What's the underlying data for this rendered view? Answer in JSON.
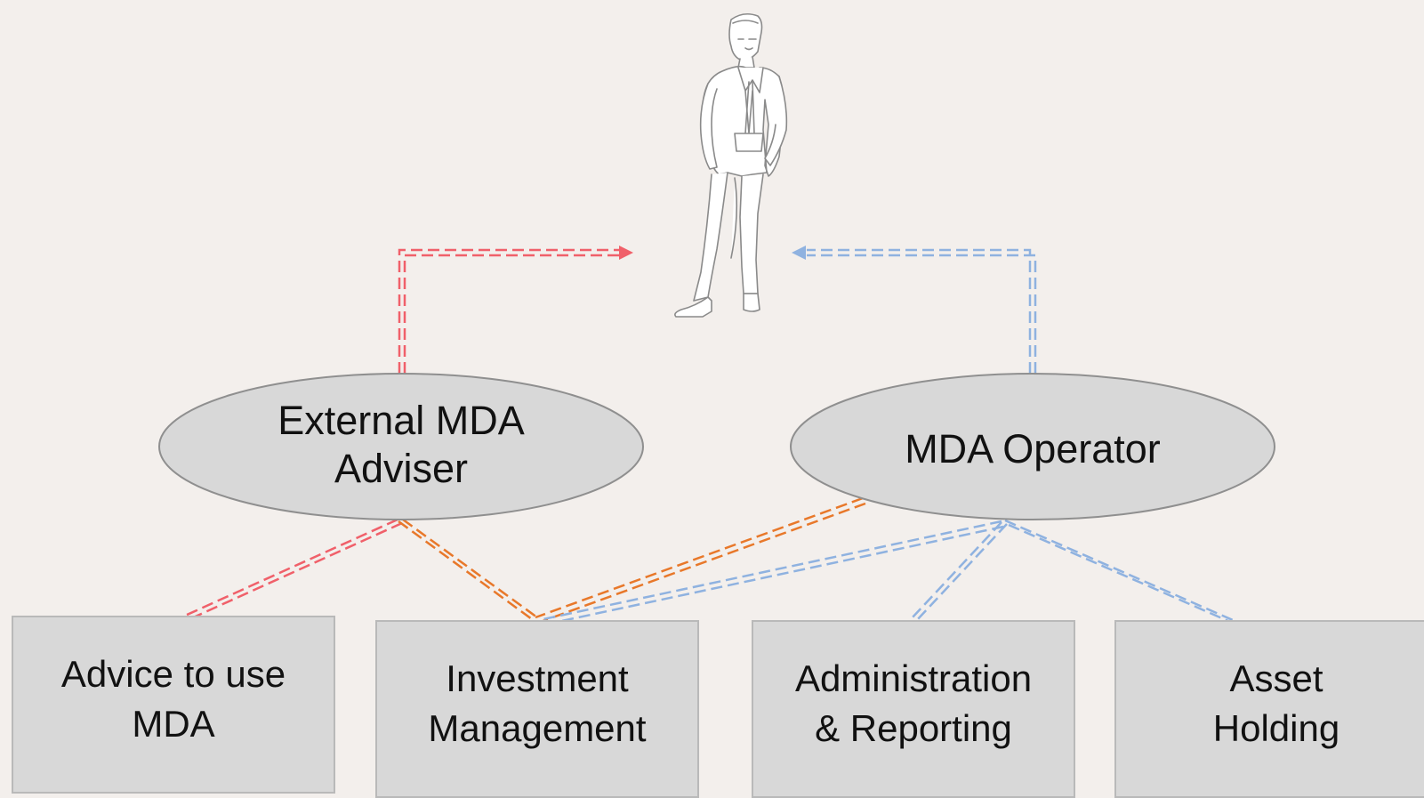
{
  "diagram": {
    "person": {
      "icon": "businessman-sketch-icon"
    },
    "ellipses": [
      {
        "id": "external-mda-adviser",
        "label": "External MDA\nAdviser"
      },
      {
        "id": "mda-operator",
        "label": "MDA Operator"
      }
    ],
    "boxes": [
      {
        "id": "advice-to-use-mda",
        "label": "Advice to use\nMDA"
      },
      {
        "id": "investment-management",
        "label": "Investment\nManagement"
      },
      {
        "id": "administration-reporting",
        "label": "Administration\n& Reporting"
      },
      {
        "id": "asset-holding",
        "label": "Asset\nHolding"
      }
    ],
    "connectors": [
      {
        "from": "external-mda-adviser",
        "to": "person",
        "color": "#f0606a",
        "style": "dashed-double-arrow"
      },
      {
        "from": "mda-operator",
        "to": "person",
        "color": "#8fb2e0",
        "style": "dashed-double-arrow"
      },
      {
        "from": "external-mda-adviser",
        "to": "advice-to-use-mda",
        "color": "#f0606a",
        "style": "dashed-double"
      },
      {
        "from": "external-mda-adviser",
        "to": "investment-management",
        "color": "#e8782a",
        "style": "dashed-double"
      },
      {
        "from": "mda-operator",
        "to": "investment-management",
        "color": "#e8782a",
        "style": "dashed-double"
      },
      {
        "from": "mda-operator",
        "to": "investment-management",
        "color": "#8fb2e0",
        "style": "dashed-double"
      },
      {
        "from": "mda-operator",
        "to": "administration-reporting",
        "color": "#8fb2e0",
        "style": "dashed-double"
      },
      {
        "from": "mda-operator",
        "to": "asset-holding",
        "color": "#8fb2e0",
        "style": "dashed-double"
      }
    ],
    "colors": {
      "background": "#f3efec",
      "shape_fill": "#d8d8d8",
      "shape_border": "#b9b9b9",
      "adviser_line": "#f0606a",
      "investment_line": "#e8782a",
      "operator_line": "#8fb2e0"
    }
  }
}
